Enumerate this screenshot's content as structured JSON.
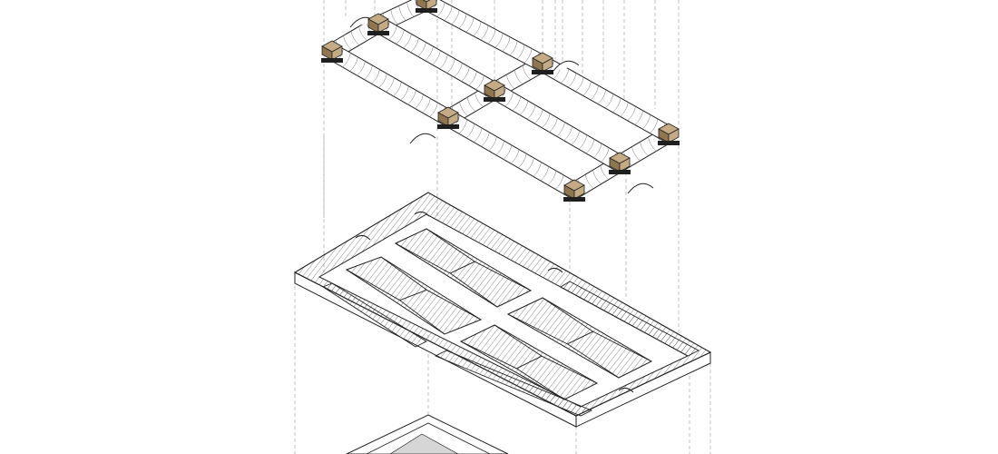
{
  "diagram": {
    "kind": "exploded-axonometric",
    "layers": [
      "vaulted-roof-frame",
      "pitched-roof-plan",
      "base-slab"
    ],
    "colors": {
      "background": "#ffffff",
      "line": "#222222",
      "hatch": "#555555",
      "guide": "#9a9a9a",
      "timber": "#c4ab85",
      "timber_dark": "#8f7650",
      "block_shadow": "#1f1f1f",
      "base_fill": "#d6d6d6"
    },
    "connector_count": 12,
    "rib_count": 9,
    "pitched_panel_count": 4
  }
}
